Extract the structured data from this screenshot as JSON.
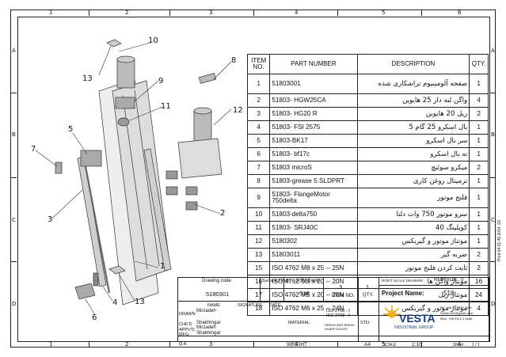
{
  "grid": {
    "cols": [
      "1",
      "2",
      "3",
      "4",
      "5",
      "6"
    ],
    "rows": [
      "A",
      "B",
      "C",
      "D"
    ]
  },
  "bom": {
    "headers": {
      "item": "ITEM NO.",
      "part": "PART NUMBER",
      "desc": "DESCRIPTION",
      "qty": "QTY."
    },
    "rows": [
      {
        "item": "1",
        "part": "51803001",
        "desc": "صفحه آلومینیوم تراشکاری شده",
        "qty": "1"
      },
      {
        "item": "2",
        "part": "51803- HGW25CA",
        "desc": "واگن لبه دار 25 هایوین",
        "qty": "4"
      },
      {
        "item": "3",
        "part": "51803- HG20 R",
        "desc": "ریل 20 هایوین",
        "qty": "2"
      },
      {
        "item": "4",
        "part": "51803- FSI 2575",
        "desc": "بال اسکرو 25 گام 5",
        "qty": "1"
      },
      {
        "item": "5",
        "part": "51803-BK17",
        "desc": "سر بال اسکرو",
        "qty": "1"
      },
      {
        "item": "6",
        "part": "51803- bf17c",
        "desc": "ته بال اسکرو",
        "qty": "1"
      },
      {
        "item": "7",
        "part": "51803 microS",
        "desc": "میکرو سوئیچ",
        "qty": "2"
      },
      {
        "item": "8",
        "part": "51803-grease 5.SLDPRT",
        "desc": "ترمینال روغن کاری",
        "qty": "1"
      },
      {
        "item": "9",
        "part": "51803- FlangeMotor 750delta",
        "desc": "فلنج موتور",
        "qty": "1"
      },
      {
        "item": "10",
        "part": "51803-delta750",
        "desc": "سرو موتور 750 وات دلتا",
        "qty": "1"
      },
      {
        "item": "11",
        "part": "51803- SRJ40C",
        "desc": "کوپلینگ 40",
        "qty": "1"
      },
      {
        "item": "12",
        "part": "5180302",
        "desc": "موتناژ موتور و گیربکس",
        "qty": "1"
      },
      {
        "item": "13",
        "part": "51803011",
        "desc": "ضربه گیر",
        "qty": "2"
      },
      {
        "item": "15",
        "part": "ISO 4762 M8 x 25 -- 25N",
        "desc": "ثابت کردن فلنج موتور",
        "qty": "2"
      },
      {
        "item": "16",
        "part": "ISO 4762 M8 x 20 -- 20N",
        "desc": "مونتاژ واگن ها",
        "qty": "16"
      },
      {
        "item": "17",
        "part": "ISO 4762 M5 x 20 -- 20N",
        "desc": "مونتاژ ریل",
        "qty": "24"
      },
      {
        "item": "18",
        "part": "ISO 4762 M6 x 25 -- 24N",
        "desc": "مونتاژ موتور و گیربکس",
        "qty": "4"
      }
    ]
  },
  "callouts": [
    "10",
    "13",
    "9",
    "11",
    "8",
    "12",
    "5",
    "7",
    "3",
    "2",
    "1",
    "4",
    "13",
    "6"
  ],
  "title_block": {
    "drawing_code_label": "Drawing code:",
    "drawing_code": "5180301",
    "surface_finish_label": "Surface Finish",
    "asm_code_label": "ASM Code:",
    "asm_code": "518",
    "item_count": "3",
    "item_no_label": "ITEM NO.",
    "qty": "1",
    "qty_label": "QTY.",
    "dont_scale": "DON'T SCALE DRAWING",
    "revision_label": "REVISION",
    "revision": "0",
    "project_label": "Project Name:",
    "project": "518",
    "name_col": "NAME",
    "signature_col": "SIGNATURE",
    "date_col": "DATE",
    "drawn_label": "DRAWN",
    "drawn_by": "Mirzadeh",
    "chkd_label": "CHK'D",
    "chkd_by": "Shakhmgar",
    "apvd_label": "APPV'D",
    "apvd_by": "Mirzadeh",
    "mfg_label": "MFG",
    "mfg_by": "Shakhmgar",
    "qa_label": "Q.A",
    "iso1": "ISO 2768 - f",
    "iso2": "ISO 2768 - f",
    "material_label": "MATERIAL:",
    "std_label": "STD:",
    "weight_label": "WEIGHT :",
    "paper": "A4",
    "scale_label": "SCALE",
    "scale": "1:10",
    "sheet_label": "Sheet :",
    "sheet": "1 / 1",
    "deburr": "DEBUR AND BREAK SHARP EDGES",
    "company_name": "VESTA",
    "company_sub": "INDUSTRIAL GROUP",
    "company_tel": "Tel: +98 21 5959 5000",
    "company_web": "VestaCNC@gmail.com",
    "company_mobile": "Mob: +98 9121 4 9488"
  },
  "side_note": "Print 04:21:45 2014 ,03"
}
